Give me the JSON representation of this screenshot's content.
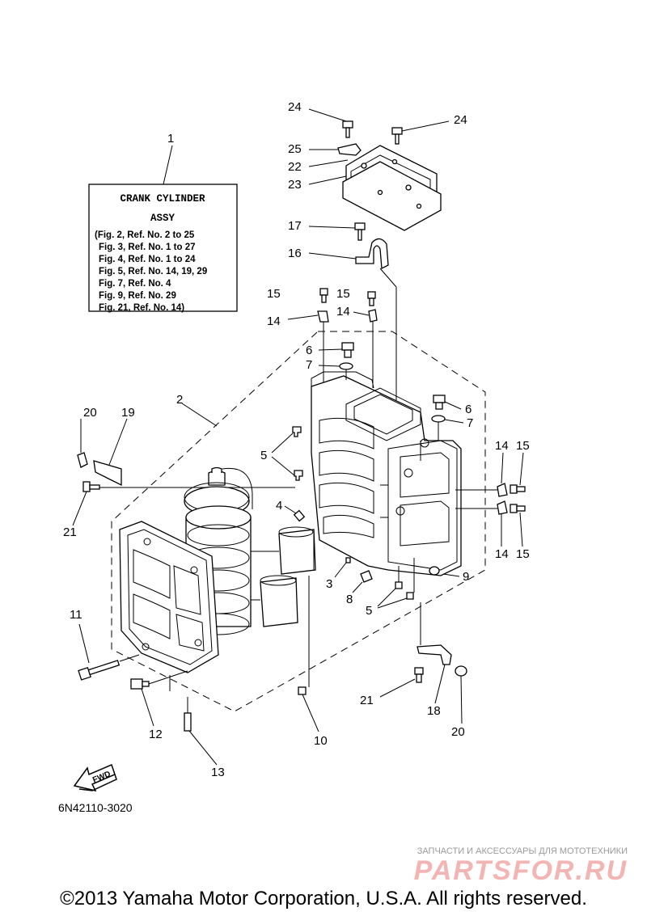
{
  "info_box": {
    "ref_number": "1",
    "title_line1": "CRANK CYLINDER",
    "title_line2": "ASSY",
    "lines": [
      "(Fig. 2, Ref. No. 2 to 25",
      "Fig. 3, Ref. No. 1 to 27",
      "Fig. 4, Ref. No. 1 to 24",
      "Fig. 5, Ref. No. 14, 19, 29",
      "Fig. 7, Ref. No. 4",
      "Fig. 9, Ref. No. 29",
      "Fig. 21, Ref. No. 14)"
    ]
  },
  "callouts": {
    "c24a": "24",
    "c24b": "24",
    "c25": "25",
    "c22": "22",
    "c23": "23",
    "c17": "17",
    "c16": "16",
    "c15a": "15",
    "c15b": "15",
    "c14a": "14",
    "c14b": "14",
    "c6a": "6",
    "c7a": "7",
    "c6b": "6",
    "c7b": "7",
    "c2": "2",
    "c20a": "20",
    "c19": "19",
    "c5a": "5",
    "c21a": "21",
    "c4": "4",
    "c14c": "14",
    "c15c": "15",
    "c14d": "14",
    "c15d": "15",
    "c3": "3",
    "c8": "8",
    "c9": "9",
    "c5b": "5",
    "c11": "11",
    "c21b": "21",
    "c18": "18",
    "c20b": "20",
    "c12": "12",
    "c10": "10",
    "c13": "13"
  },
  "fwd_label": "FWD",
  "diagram_code": "6N42110-3020",
  "watermark": {
    "tagline": "ЗАПЧАСТИ И АКСЕССУАРЫ ДЛЯ МОТОТЕХНИКИ",
    "logo": "PARTSFOR.RU"
  },
  "copyright": "©2013 Yamaha Motor Corporation, U.S.A. All rights reserved."
}
